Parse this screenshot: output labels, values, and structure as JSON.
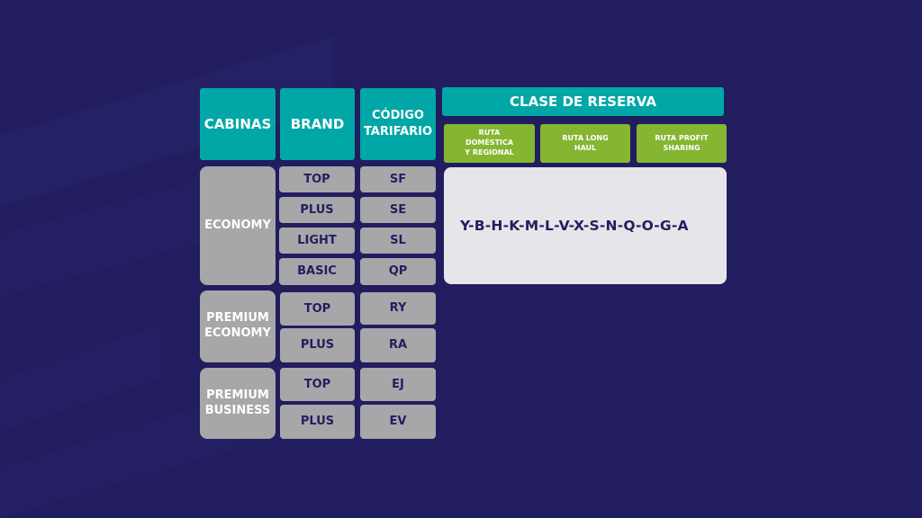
{
  "headers": {
    "cabinas": "CABINAS",
    "brand": "BRAND",
    "codigo": "CÓDIGO\nTARIFARIO",
    "clase": "CLASE DE RESERVA"
  },
  "routes": [
    {
      "label": "RUTA DOMÉSTICA\nY REGIONAL"
    },
    {
      "label": "RUTA LONG\nHAUL"
    },
    {
      "label": "RUTA PROFIT\nSHARING"
    }
  ],
  "booking_classes": "Y-B-H-K-M-L-V-X-S-N-Q-O-G-A",
  "cabins": [
    {
      "name": "ECONOMY",
      "rows": [
        {
          "brand": "TOP",
          "code": "SF"
        },
        {
          "brand": "PLUS",
          "code": "SE"
        },
        {
          "brand": "LIGHT",
          "code": "SL"
        },
        {
          "brand": "BASIC",
          "code": "QP"
        }
      ]
    },
    {
      "name": "PREMIUM\nECONOMY",
      "rows": [
        {
          "brand": "TOP",
          "code": "RY"
        },
        {
          "brand": "PLUS",
          "code": "RA"
        }
      ]
    },
    {
      "name": "PREMIUM\nBUSINESS",
      "rows": [
        {
          "brand": "TOP",
          "code": "EJ"
        },
        {
          "brand": "PLUS",
          "code": "EV"
        }
      ]
    }
  ],
  "colors": {
    "background": "#211d5e",
    "header_teal": "#00a7a6",
    "route_green": "#84b632",
    "cell_grey": "#a7a7a9",
    "panel_light": "#e6e5ea",
    "text_navy": "#241e5f"
  }
}
